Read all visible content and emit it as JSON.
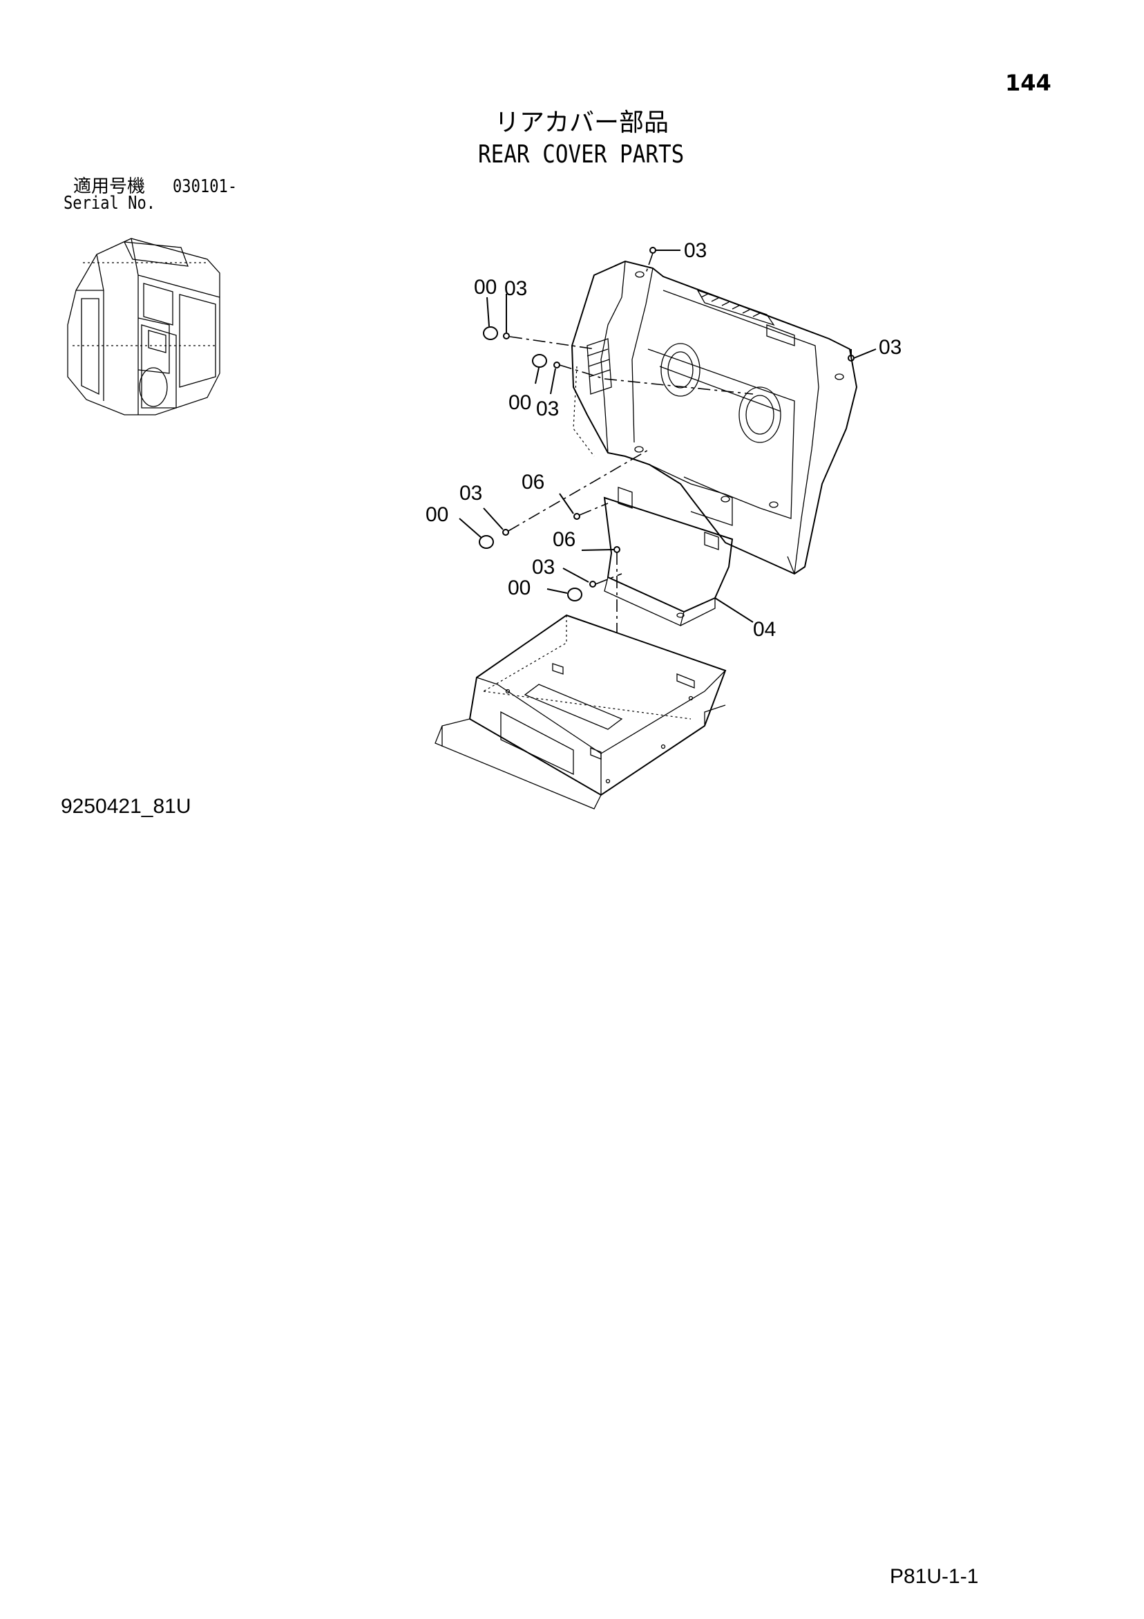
{
  "page_number": "144",
  "title": {
    "japanese": "リアカバー部品",
    "english": "REAR COVER PARTS"
  },
  "serial": {
    "label_ja": "適用号機",
    "range": "030101-",
    "label_en": "Serial No."
  },
  "drawing_number": "9250421_81U",
  "page_code": "P81U-1-1",
  "callouts": {
    "c1": "03",
    "c2": "00",
    "c3": "03",
    "c4": "03",
    "c5": "00",
    "c6": "03",
    "c7": "03",
    "c8": "06",
    "c9": "00",
    "c10": "06",
    "c11": "03",
    "c12": "00",
    "c13": "04"
  }
}
